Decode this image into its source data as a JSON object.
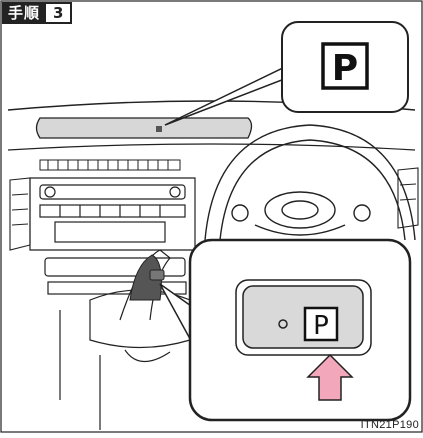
{
  "step": {
    "word": "手順",
    "number": "3"
  },
  "indicator_letter": "P",
  "image_code": "ITN21P190",
  "colors": {
    "arrow_fill": "#f2a7bb",
    "button_fill": "#d9d9d9",
    "line": "#222222"
  },
  "icons": [
    "parking-indicator-icon",
    "p-button-icon",
    "press-arrow-icon"
  ]
}
